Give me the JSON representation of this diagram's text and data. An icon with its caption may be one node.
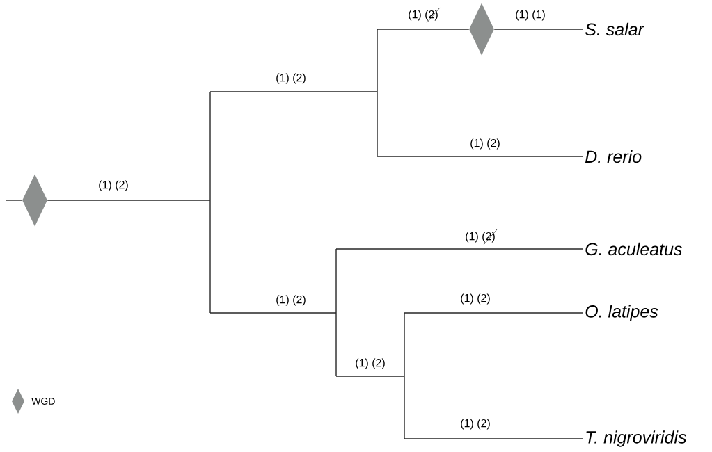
{
  "diagram": {
    "nodes": [
      {
        "text": [],
        "shape": "diamond"
      },
      {
        "text": [],
        "shape": "diamond"
      },
      {
        "text": [
          "S. salar"
        ]
      },
      {
        "text": [
          "D. rerio"
        ]
      },
      {
        "text": [
          "G. aculeatus"
        ]
      },
      {
        "text": [
          "O. latipes"
        ]
      },
      {
        "text": [
          "T. nigroviridis"
        ]
      }
    ],
    "edges": [
      {
        "from": null,
        "to": 0,
        "arrow": "none"
      },
      {
        "from": 0,
        "to": null,
        "arrow": "none",
        "label": "(1) (2)"
      },
      {
        "from": null,
        "to": 1,
        "arrow": "none",
        "label": "(1) (2)"
      },
      {
        "from": 1,
        "to": 2,
        "arrow": "none",
        "label": "(1) (1)"
      },
      {
        "from": null,
        "to": 3,
        "arrow": "none",
        "label": "(1) (2)"
      },
      {
        "from": null,
        "to": 4,
        "arrow": "none",
        "label": "(1) (2)"
      },
      {
        "from": null,
        "to": 5,
        "arrow": "none",
        "label": "(1) (2)"
      },
      {
        "from": null,
        "to": 6,
        "arrow": "none",
        "label": "(1) (2)"
      }
    ],
    "labels": [
      "(1) (2)",
      "(1) (2)",
      "(1) (2)"
    ],
    "legend": [
      {
        "text": "WGD"
      }
    ]
  }
}
